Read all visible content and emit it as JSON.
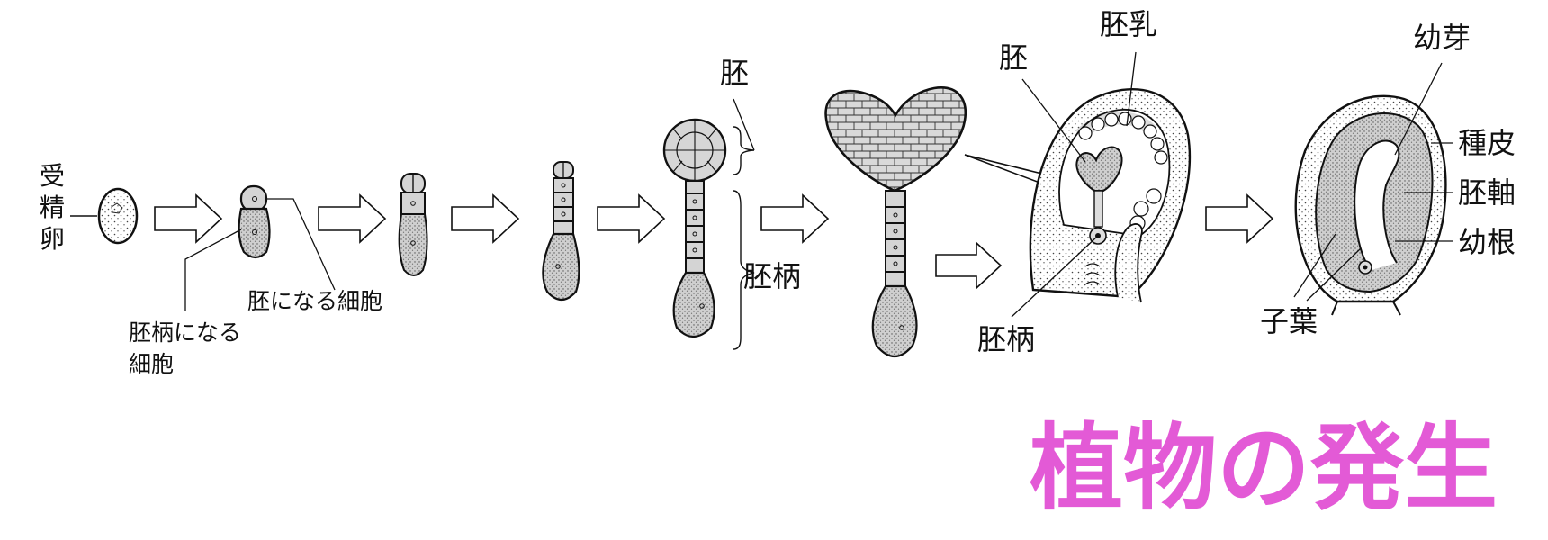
{
  "labels": {
    "zygote": [
      "受",
      "精",
      "卵"
    ],
    "embryo_cell": "胚になる細胞",
    "suspensor_cell_line1": "胚柄になる",
    "suspensor_cell_line2": "細胞",
    "embryo": "胚",
    "suspensor": "胚柄",
    "embryo_stage5": "胚",
    "endosperm": "胚乳",
    "suspensor_stage6": "胚柄",
    "plumule": "幼芽",
    "seed_coat": "種皮",
    "hypocotyl": "胚軸",
    "radicle": "幼根",
    "cotyledon": "子葉"
  },
  "title": "植物の発生",
  "colors": {
    "title": "#e35ad6",
    "line": "#111111",
    "tissue": "#d4d4d4"
  }
}
